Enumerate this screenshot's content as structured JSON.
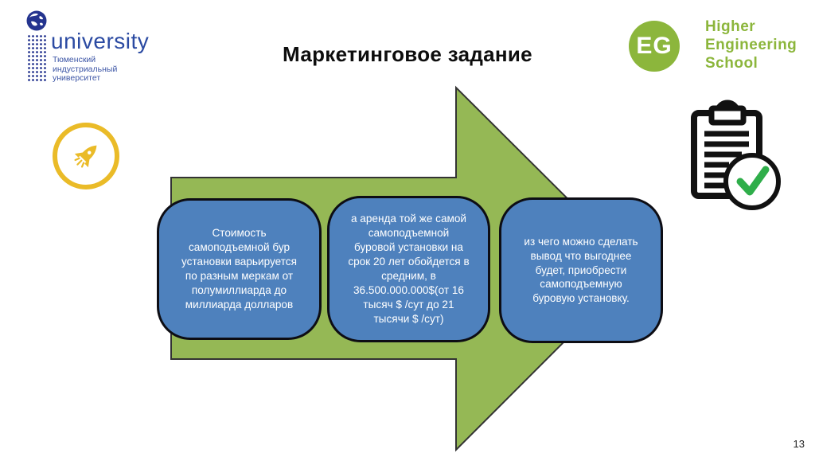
{
  "slide": {
    "title": "Маркетинговое задание",
    "page_number": "13"
  },
  "logos": {
    "university": {
      "name": "university",
      "sub_lines": [
        "Тюменский",
        "индустриальный",
        "университет"
      ],
      "text_color": "#2B4AA2",
      "globe_color": "#24348F"
    },
    "ehs": {
      "monogram": "EG",
      "lines": [
        "Higher",
        "Engineering",
        "School"
      ],
      "green": "#8CB63C"
    }
  },
  "icons": {
    "rocket_color": "#EABB28",
    "check_color": "#2FAE4A",
    "clipboard_color": "#111111"
  },
  "diagram": {
    "arrow_color": "#95B855",
    "arrow_outline": "#333333",
    "box_fill": "#4E81BD",
    "box_border": "#0d0d14",
    "boxes": [
      {
        "text": "Стоимость\nсамоподъемной бур\nустановки варьируется\nпо разным меркам от\nполумиллиарда до\nмиллиарда долларов"
      },
      {
        "text": "а аренда той же самой\nсамоподъемной\nбуровой установки на\nсрок 20 лет обойдется в\nсредним, в\n36.500.000.000$(от 16\nтысяч $ /сут до 21\nтысячи $ /сут)"
      },
      {
        "text": "из чего можно сделать\nвывод что выгоднее\nбудет, приобрести\nсамоподъемную\nбуровую установку."
      }
    ]
  }
}
